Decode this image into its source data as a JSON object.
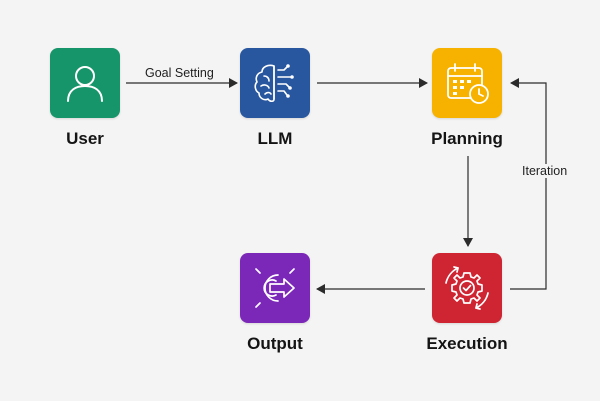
{
  "diagram": {
    "nodes": {
      "user": {
        "label": "User",
        "color": "#16946a",
        "icon": "user-icon"
      },
      "llm": {
        "label": "LLM",
        "color": "#28579f",
        "icon": "brain-circuit-icon"
      },
      "planning": {
        "label": "Planning",
        "color": "#f7b200",
        "icon": "calendar-clock-icon"
      },
      "execution": {
        "label": "Execution",
        "color": "#cf2532",
        "icon": "gear-check-icon"
      },
      "output": {
        "label": "Output",
        "color": "#7b27b8",
        "icon": "output-arrow-icon"
      }
    },
    "edges": {
      "user_to_llm": {
        "label": "Goal Setting"
      },
      "llm_to_planning": {
        "label": ""
      },
      "planning_to_execution": {
        "label": ""
      },
      "execution_to_planning": {
        "label": "Iteration"
      },
      "execution_to_output": {
        "label": ""
      }
    },
    "colors": {
      "background": "#f4f4f4",
      "connector": "#2b2b2b",
      "label_text": "#141414"
    }
  }
}
